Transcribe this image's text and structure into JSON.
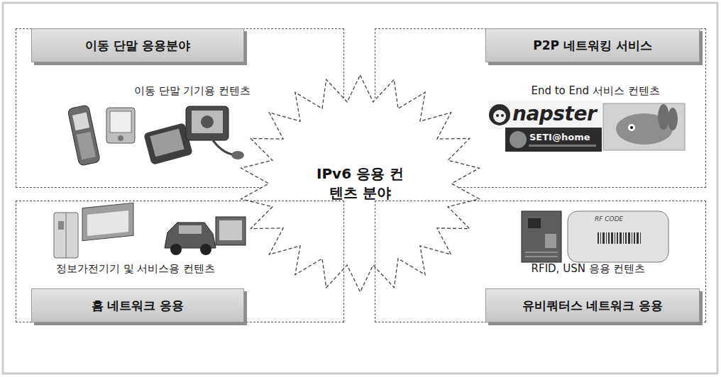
{
  "diagram": {
    "nodes": [
      {
        "text": [
          "이동 단말 기기용 컨텐츠"
        ]
      },
      {
        "text": [
          "이동 단말 응용분야"
        ],
        "in": 0
      },
      {
        "text": [
          "End to End 서비스 컨텐츠"
        ]
      },
      {
        "text": [
          "P2P 네트워킹 서비스"
        ],
        "in": 2
      },
      {
        "text": [
          "IPv6 응용 컨텐츠 분야"
        ]
      },
      {
        "text": [
          "정보가전기기 및 서비스용 컨텐츠"
        ]
      },
      {
        "text": [
          "홈 네트워크 응용"
        ],
        "in": 5
      },
      {
        "text": [
          "RFID, USN 응용 컨텐츠"
        ]
      },
      {
        "text": [
          "유비쿼터스 네트워크 응용"
        ],
        "in": 7
      }
    ],
    "labels": [
      "napster",
      "SETI@home",
      "RF CODE"
    ]
  }
}
